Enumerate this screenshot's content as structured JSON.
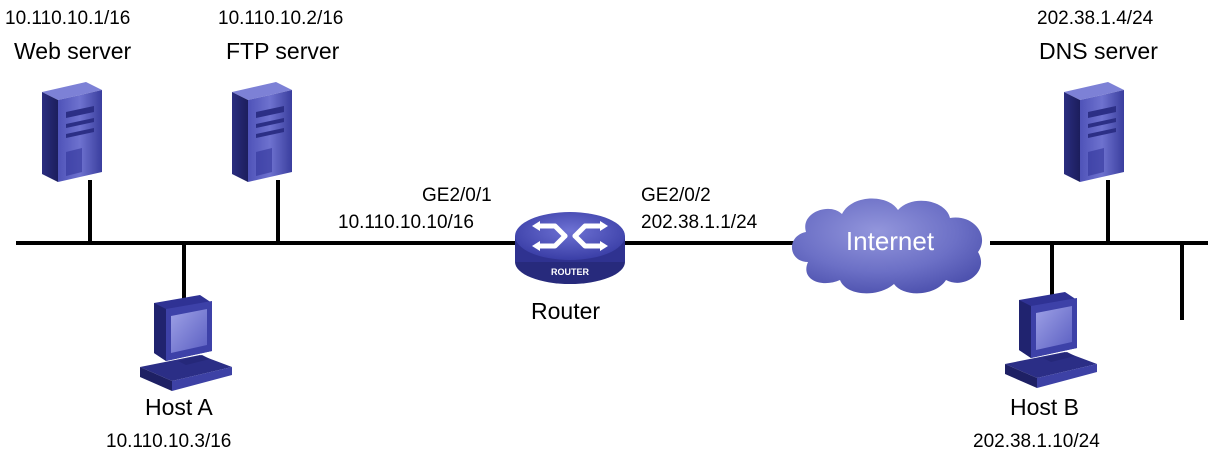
{
  "nodes": {
    "web_server": {
      "name": "Web server",
      "ip": "10.110.10.1/16",
      "icon": "server-icon"
    },
    "ftp_server": {
      "name": "FTP server",
      "ip": "10.110.10.2/16",
      "icon": "server-icon"
    },
    "dns_server": {
      "name": "DNS server",
      "ip": "202.38.1.4/24",
      "icon": "server-icon"
    },
    "host_a": {
      "name": "Host A",
      "ip": "10.110.10.3/16",
      "icon": "computer-icon"
    },
    "host_b": {
      "name": "Host B",
      "ip": "202.38.1.10/24",
      "icon": "computer-icon"
    },
    "router": {
      "name": "Router",
      "badge": "ROUTER",
      "icon": "router-icon"
    },
    "internet": {
      "name": "Internet",
      "icon": "cloud-icon"
    }
  },
  "interfaces": {
    "left": {
      "name": "GE2/0/1",
      "ip": "10.110.10.10/16"
    },
    "right": {
      "name": "GE2/0/2",
      "ip": "202.38.1.1/24"
    }
  },
  "colors": {
    "device": "#3b3f9c",
    "device_light": "#8e91d8",
    "device_dark": "#23266b",
    "line": "#000000"
  }
}
